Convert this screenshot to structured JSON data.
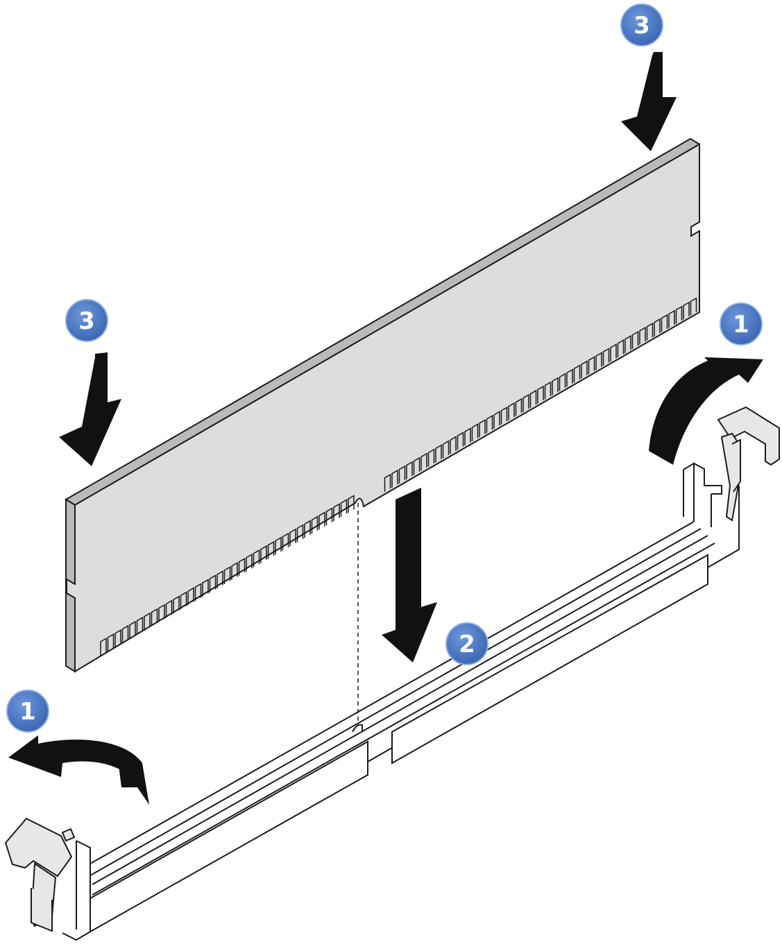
{
  "diagram": {
    "colors": {
      "module_face": "#dcdddd",
      "module_top": "#b9baba",
      "outline": "#1a1a1a",
      "badge_fill": "#4a78c2",
      "badge_edge": "#8fb0e6",
      "arrow": "#111111"
    },
    "step_badges": [
      {
        "id": "3a",
        "label": "3"
      },
      {
        "id": "3b",
        "label": "3"
      },
      {
        "id": "1a",
        "label": "1"
      },
      {
        "id": "1b",
        "label": "1"
      },
      {
        "id": "2",
        "label": "2"
      }
    ],
    "parts": {
      "memory_module": "memory-module",
      "dimm_slot": "dimm-slot",
      "left_retaining_clip": "left-retaining-clip",
      "right_retaining_clip": "right-retaining-clip"
    }
  }
}
